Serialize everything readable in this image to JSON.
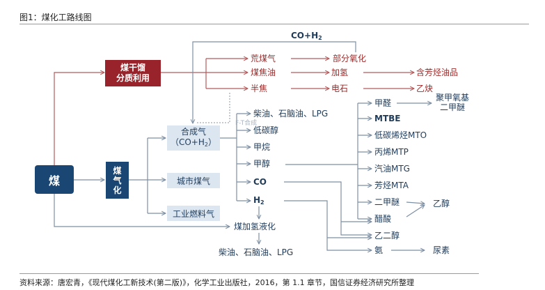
{
  "figure_title": "图1：煤化工路线图",
  "source_note": "资料来源：唐宏青，《现代煤化工新技术(第二版)》，化学工业出版社，2016，第 1.1 章节，国信证券经济研究所整理",
  "colors": {
    "coal_blue": "#1a4673",
    "dry_distillation_red": "#98232a",
    "light_box": "#dbe6f1",
    "red_text": "#9b2a2a",
    "blue_text": "#1f3b5a",
    "line_gray": "#7d8fa3",
    "line_red": "#b55a5a"
  },
  "nodes": {
    "coal": "煤",
    "gasification": [
      "煤",
      "气",
      "化"
    ],
    "dry_distillation": [
      "煤干馏",
      "分质利用"
    ],
    "syngas": {
      "line1": "合成气",
      "line2_pre": "（CO+H",
      "line2_sub": "2",
      "line2_post": "）"
    },
    "city_gas": "城市煤气",
    "industrial_fuel_gas": "工业燃料气",
    "coal_hydroliquefaction": "煤加氢液化",
    "liquefaction_products": "柴油、石脑油、LPG",
    "co_h2_label": {
      "pre": "CO+H",
      "sub": "2"
    },
    "ft_synthesis_label": "F-T合成",
    "dry_products": {
      "crude_gas": "荒煤气",
      "coal_tar": "煤焦油",
      "semi_coke": "半焦",
      "partial_oxidation": "部分氧化",
      "hydrogenation": "加氢",
      "calcium_carbide": "电石",
      "aromatic_oil": "含芳烃油品",
      "acetylene": "乙炔"
    },
    "syngas_products": {
      "ft_products": "柴油、石脑油、LPG",
      "low_carbon_alcohol": "低碳醇",
      "methane": "甲烷",
      "methanol": "甲醇",
      "co": "CO",
      "h2": {
        "pre": "H",
        "sub": "2"
      }
    },
    "methanol_products": {
      "formaldehyde": "甲醛",
      "pomdme": [
        "聚甲氧基",
        "二甲醚"
      ],
      "mtbe": "MTBE",
      "mto": "低碳烯烃MTO",
      "mtp": "丙烯MTP",
      "mtg": "汽油MTG",
      "mta": "芳烃MTA",
      "dme": "二甲醚",
      "acetic_acid": "醋酸",
      "ethanol": "乙醇",
      "ethylene_glycol": "乙二醇",
      "ammonia": "氨",
      "urea": "尿素"
    }
  }
}
